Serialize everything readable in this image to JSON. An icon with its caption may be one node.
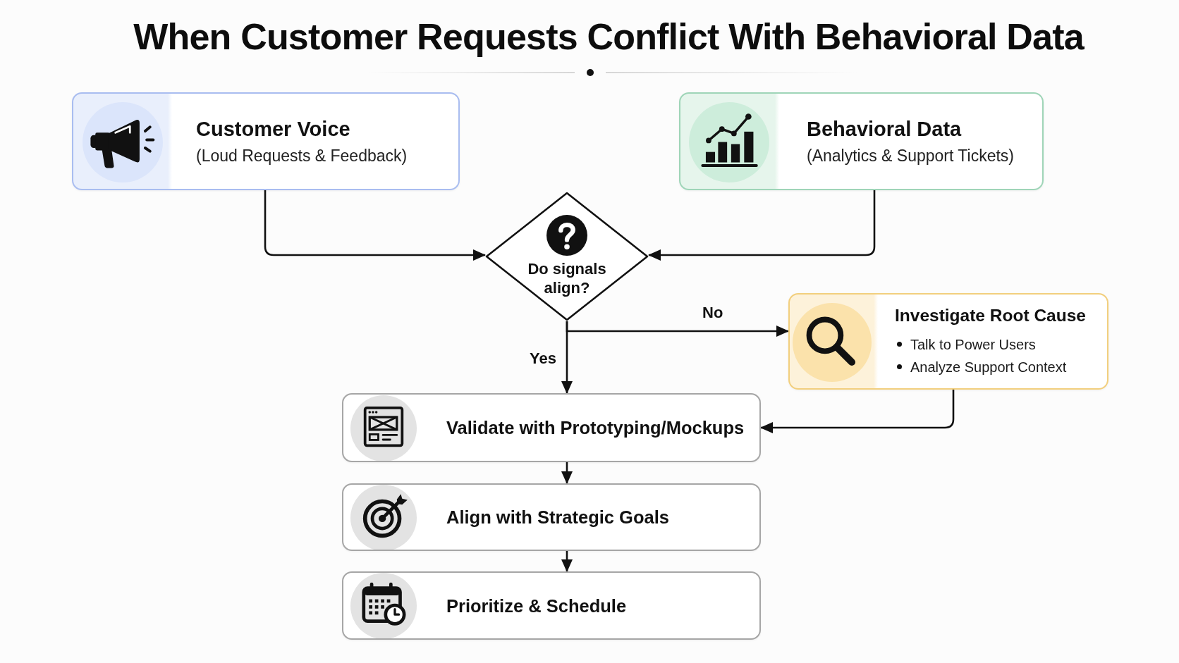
{
  "diagram": {
    "title": "When Customer Requests Conflict With Behavioral Data",
    "nodes": [
      {
        "text": [
          "Customer Voice",
          "(Loud Requests & Feedback)"
        ]
      },
      {
        "text": [
          "Behavioral Data",
          "(Analytics & Support Tickets)"
        ]
      },
      {
        "text": [
          "Do signals align?"
        ]
      },
      {
        "text": [
          "Investigate Root Cause",
          "Talk to Power Users",
          "Analyze Support Context"
        ]
      },
      {
        "text": [
          "Validate with Prototyping/Mockups"
        ]
      },
      {
        "text": [
          "Align with Strategic Goals"
        ]
      },
      {
        "text": [
          "Prioritize & Schedule"
        ]
      }
    ],
    "edges": [
      {
        "from": 0,
        "to": 2,
        "arrow": "to"
      },
      {
        "from": 1,
        "to": 2,
        "arrow": "to"
      },
      {
        "from": 2,
        "to": 3,
        "arrow": "to",
        "label": "No"
      },
      {
        "from": 2,
        "to": 4,
        "arrow": "to",
        "label": "Yes"
      },
      {
        "from": 3,
        "to": 4,
        "arrow": "to"
      },
      {
        "from": 4,
        "to": 5,
        "arrow": "to"
      },
      {
        "from": 5,
        "to": 6,
        "arrow": "to"
      }
    ]
  }
}
